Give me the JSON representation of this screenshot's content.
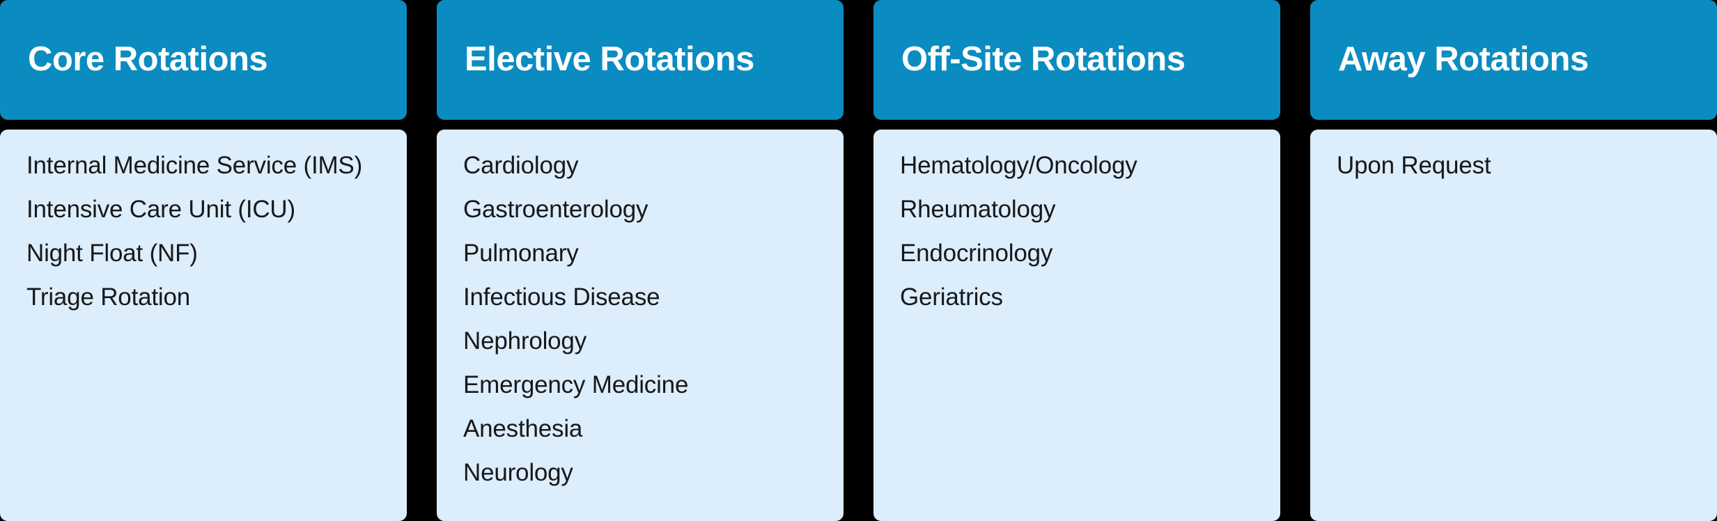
{
  "theme": {
    "background": "#000000",
    "header_background": "#0b8cc1",
    "header_text": "#ffffff",
    "body_background": "#dcedfb",
    "body_text": "#17181a"
  },
  "columns": [
    {
      "title": "Core Rotations",
      "items": [
        "Internal Medicine Service (IMS)",
        "Intensive Care Unit (ICU)",
        "Night Float (NF)",
        "Triage Rotation"
      ]
    },
    {
      "title": "Elective Rotations",
      "items": [
        "Cardiology",
        "Gastroenterology",
        "Pulmonary",
        "Infectious Disease",
        "Nephrology",
        "Emergency Medicine",
        "Anesthesia",
        "Neurology"
      ]
    },
    {
      "title": "Off-Site Rotations",
      "items": [
        "Hematology/Oncology",
        "Rheumatology",
        "Endocrinology",
        "Geriatrics"
      ]
    },
    {
      "title": "Away Rotations",
      "items": [
        "Upon Request"
      ]
    }
  ]
}
